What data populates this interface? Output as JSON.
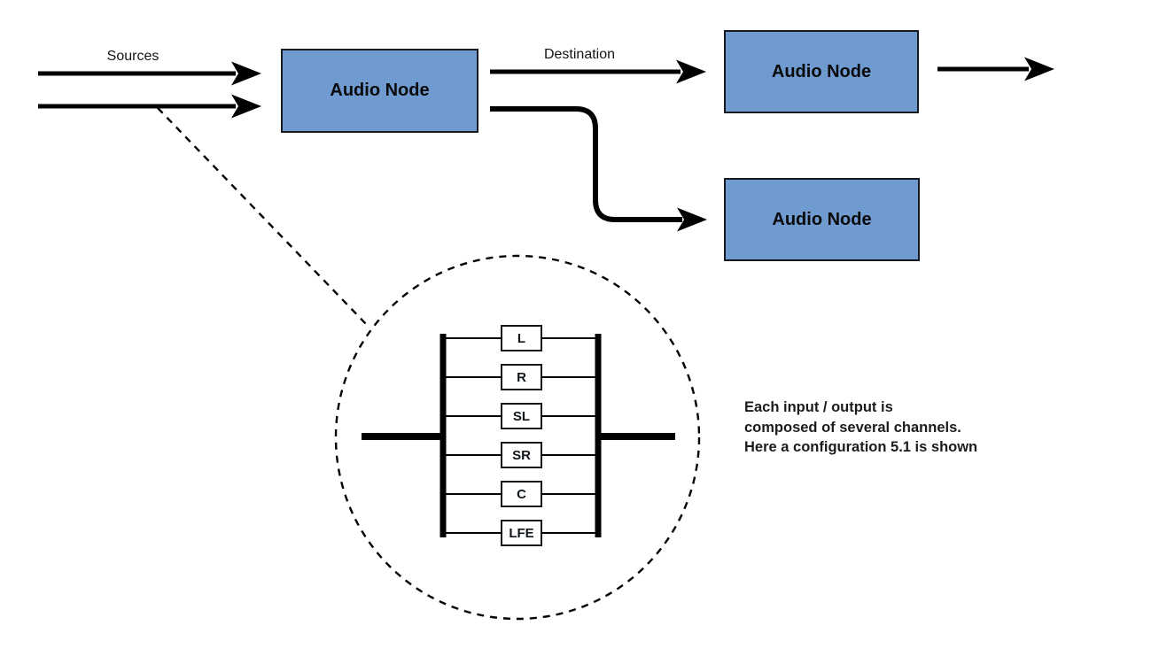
{
  "diagram": {
    "sources_label": "Sources",
    "destination_label": "Destination",
    "nodes": [
      {
        "label": "Audio Node"
      },
      {
        "label": "Audio Node"
      },
      {
        "label": "Audio Node"
      }
    ],
    "channels": [
      {
        "label": "L"
      },
      {
        "label": "R"
      },
      {
        "label": "SL"
      },
      {
        "label": "SR"
      },
      {
        "label": "C"
      },
      {
        "label": "LFE"
      }
    ],
    "annotation": {
      "lines": [
        "Each input / output is",
        "composed of several channels.",
        "Here a configuration 5.1 is shown"
      ]
    },
    "channel_configuration": "5.1",
    "colors": {
      "node_fill": "#6F9BD1",
      "node_border": "#171B21",
      "line": "#000000"
    }
  }
}
